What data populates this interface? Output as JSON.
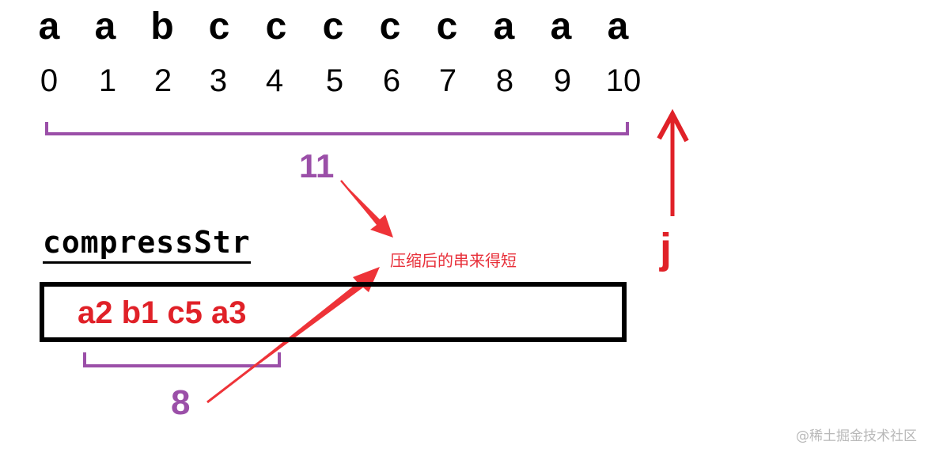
{
  "source_string": {
    "chars": [
      "a",
      "a",
      "b",
      "c",
      "c",
      "c",
      "c",
      "c",
      "a",
      "a",
      "a"
    ],
    "indices": [
      "0",
      "1",
      "2",
      "3",
      "4",
      "5",
      "6",
      "7",
      "8",
      "9",
      "10"
    ]
  },
  "original_length_label": "11",
  "pointer": {
    "label": "j",
    "color": "#e02128"
  },
  "compressed": {
    "variable_name": "compressStr",
    "value": "a2 b1 c5 a3",
    "length_label": "8"
  },
  "annotation": {
    "text": "压缩后的串来得短",
    "color": "#e8303a"
  },
  "colors": {
    "bracket": "#9b4fa8",
    "arrow": "#ee3338",
    "box_border": "#000000"
  },
  "watermark": "@稀土掘金技术社区"
}
